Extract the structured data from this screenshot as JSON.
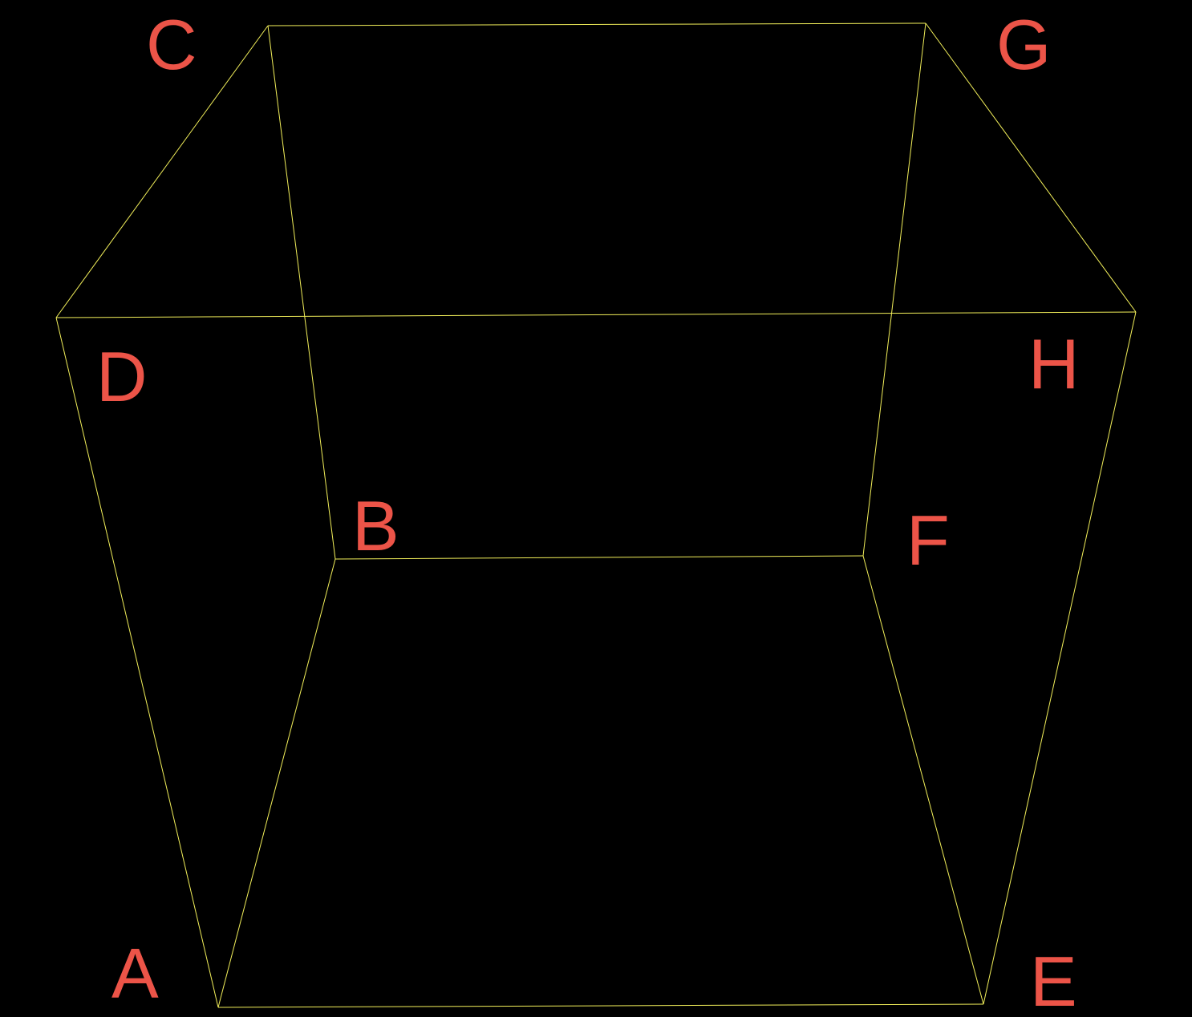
{
  "diagram": {
    "type": "wireframe-cube",
    "colors": {
      "background": "#000000",
      "edge": "#f2ef5a",
      "label": "#ec5448"
    },
    "labels": {
      "A": "A",
      "B": "B",
      "C": "C",
      "D": "D",
      "E": "E",
      "F": "F",
      "G": "G",
      "H": "H"
    },
    "edges": [
      [
        "A",
        "B"
      ],
      [
        "B",
        "F"
      ],
      [
        "F",
        "E"
      ],
      [
        "E",
        "A"
      ],
      [
        "D",
        "C"
      ],
      [
        "C",
        "G"
      ],
      [
        "G",
        "H"
      ],
      [
        "H",
        "D"
      ],
      [
        "A",
        "D"
      ],
      [
        "B",
        "C"
      ],
      [
        "F",
        "G"
      ],
      [
        "E",
        "H"
      ]
    ]
  }
}
